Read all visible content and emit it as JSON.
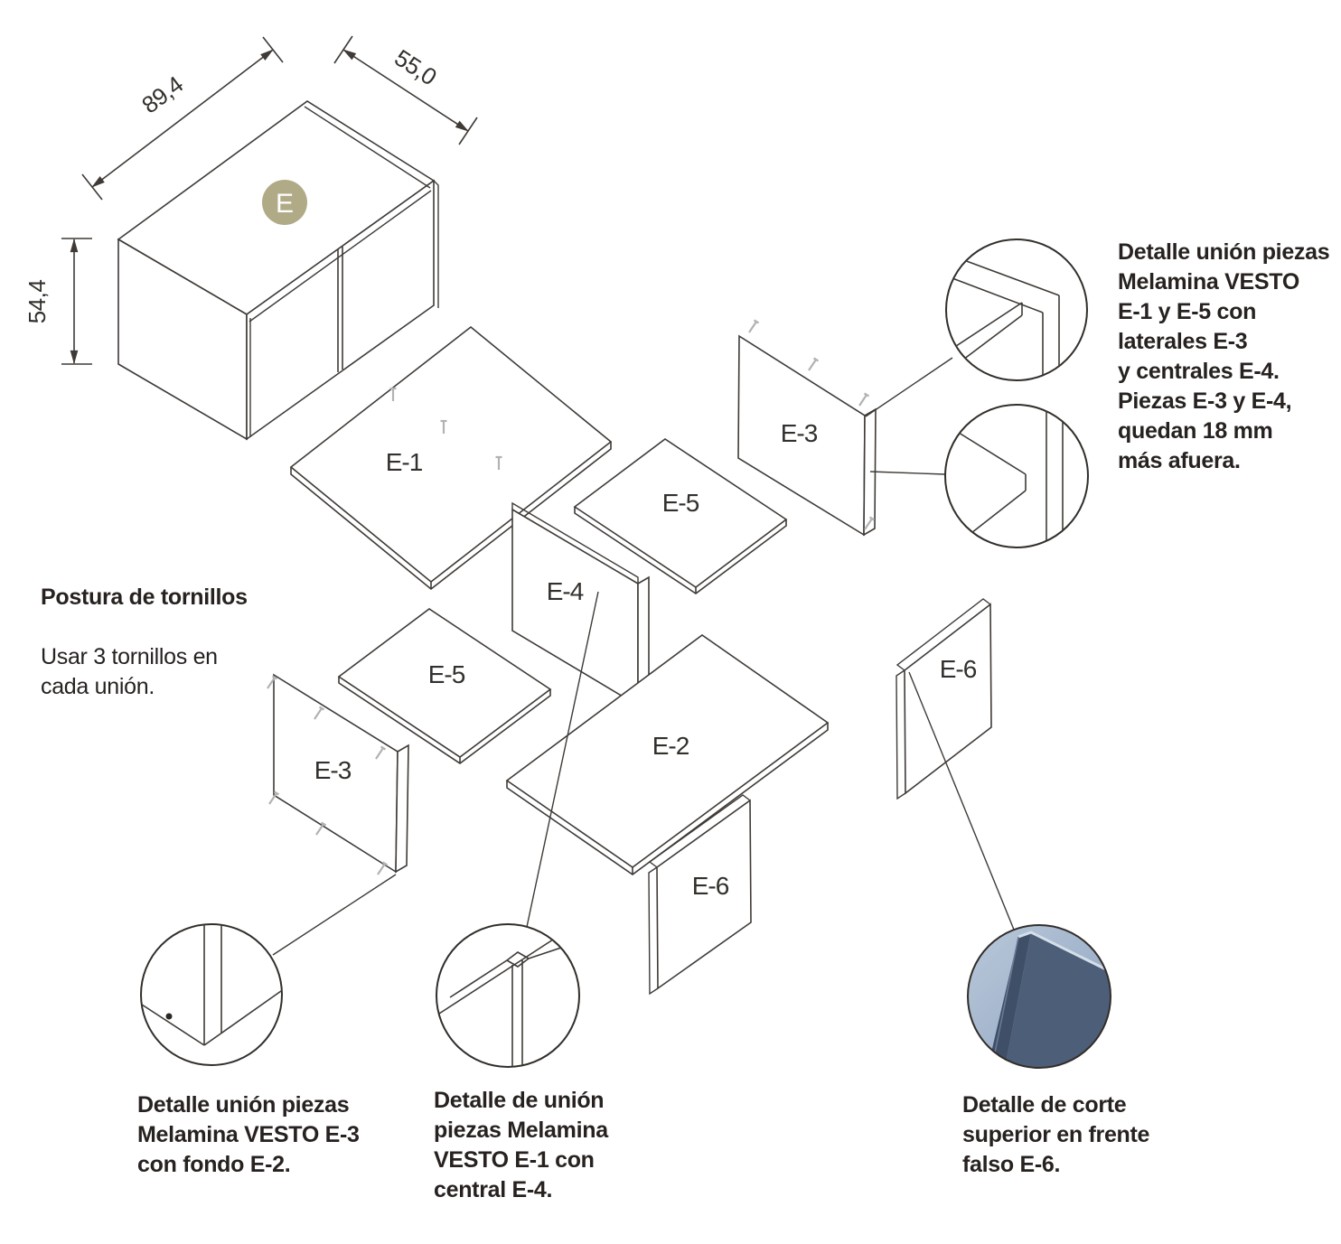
{
  "badge": {
    "label": "E",
    "color": "#b0ab86"
  },
  "dims": {
    "width": "89,4",
    "depth": "55,0",
    "height": "54,4"
  },
  "parts": {
    "e1": "E-1",
    "e2": "E-2",
    "e3": "E-3",
    "e4": "E-4",
    "e5": "E-5",
    "e6": "E-6"
  },
  "notes": {
    "screws_title": "Postura de tornillos",
    "screws_body": "Usar 3 tornillos en\ncada unión.",
    "union_top_right": "Detalle unión piezas\nMelamina VESTO\nE-1 y E-5 con\nlaterales E-3\ny centrales E-4.\nPiezas E-3 y E-4,\nquedan 18 mm\nmás afuera.",
    "union_bottom_left": "Detalle unión piezas\nMelamina VESTO E-3\ncon fondo E-2.",
    "union_bottom_center": "Detalle de unión\npiezas Melamina\nVESTO E-1 con\ncentral E-4.",
    "cut_bottom_right": "Detalle de corte\nsuperior en frente\nfalso E-6."
  },
  "colors": {
    "line": "#3f3a36",
    "photo_bg_light": "#b9c7da",
    "photo_bg_dark": "#8da4c0",
    "photo_panel": "#4d5e79",
    "photo_bevel": "#404f68"
  }
}
